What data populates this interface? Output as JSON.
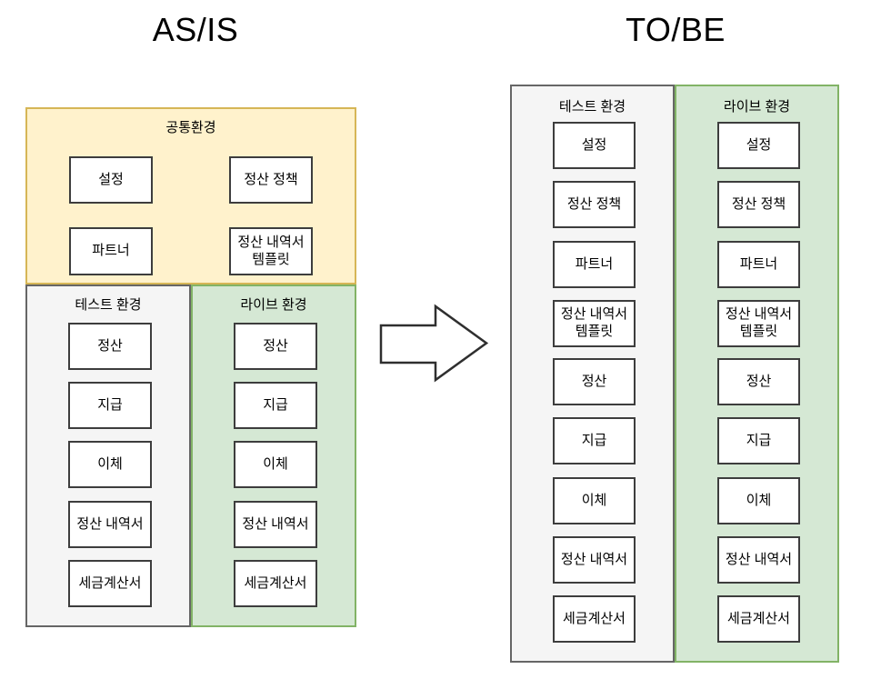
{
  "titles": {
    "asis": "AS/IS",
    "tobe": "TO/BE"
  },
  "asis": {
    "common": {
      "label": "공통환경",
      "boxes": [
        "설정",
        "정산 정책",
        "파트너",
        "정산 내역서 템플릿"
      ]
    },
    "test": {
      "label": "테스트 환경",
      "boxes": [
        "정산",
        "지급",
        "이체",
        "정산 내역서",
        "세금계산서"
      ]
    },
    "live": {
      "label": "라이브 환경",
      "boxes": [
        "정산",
        "지급",
        "이체",
        "정산 내역서",
        "세금계산서"
      ]
    }
  },
  "tobe": {
    "test": {
      "label": "테스트 환경",
      "boxes": [
        "설정",
        "정산 정책",
        "파트너",
        "정산 내역서 템플릿",
        "정산",
        "지급",
        "이체",
        "정산 내역서",
        "세금계산서"
      ]
    },
    "live": {
      "label": "라이브 환경",
      "boxes": [
        "설정",
        "정산 정책",
        "파트너",
        "정산 내역서 템플릿",
        "정산",
        "지급",
        "이체",
        "정산 내역서",
        "세금계산서"
      ]
    }
  },
  "icons": {
    "arrow": "right-block-arrow"
  },
  "colors": {
    "common_fill": "#FFF2CC",
    "common_border": "#D6B656",
    "test_fill": "#F5F5F5",
    "test_border": "#666666",
    "live_fill": "#D5E8D4",
    "live_border": "#82B366",
    "box_border": "#3d3d3d",
    "arrow_stroke": "#2f2f2f"
  }
}
